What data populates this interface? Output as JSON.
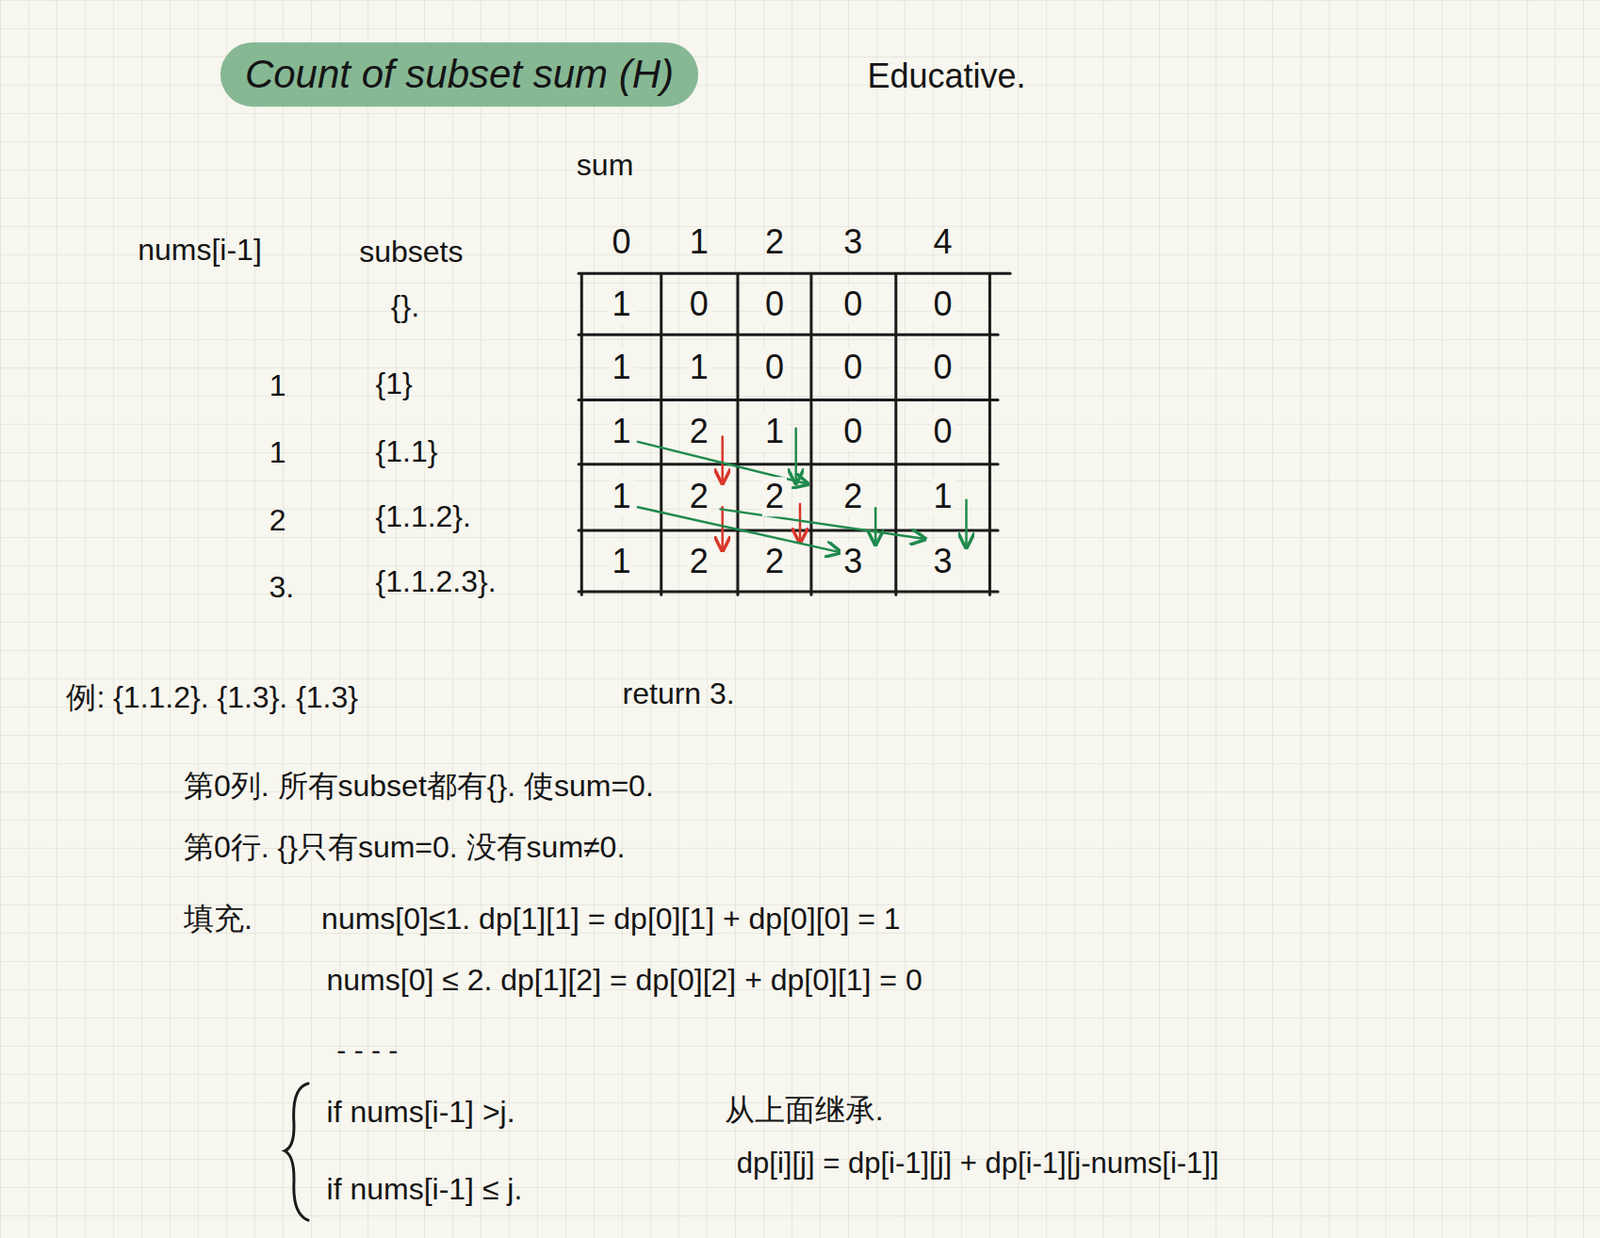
{
  "diagram": {
    "title": "Count of subset sum (H)",
    "labels": [
      "Educative.",
      "sum",
      "0",
      "1",
      "2",
      "3",
      "4",
      "nums[i-1]",
      "subsets",
      "{}.",
      "1",
      "{1}",
      "1",
      "{1.1}",
      "2",
      "{1.1.2}.",
      "3.",
      "{1.1.2.3}.",
      "1",
      "0",
      "0",
      "0",
      "0",
      "1",
      "1",
      "0",
      "0",
      "0",
      "1",
      "2",
      "1",
      "0",
      "0",
      "1",
      "2",
      "2",
      "2",
      "1",
      "1",
      "2",
      "2",
      "3",
      "3",
      "例: {1.1.2}. {1.3}. {1.3}",
      "return 3.",
      "第0列. 所有subset都有{}. 使sum=0.",
      "第0行. {}只有sum=0. 没有sum≠0.",
      "填充.",
      "nums[0]≤1. dp[1][1] = dp[0][1] + dp[0][0] = 1",
      "nums[0] ≤ 2. dp[1][2] = dp[0][2] + dp[0][1] = 0",
      "- - - -",
      "if nums[i-1] >j.",
      "从上面继承.",
      "if nums[i-1] ≤ j.",
      "dp[i][j] = dp[i-1][j] + dp[i-1][j-nums[i-1]]"
    ]
  }
}
